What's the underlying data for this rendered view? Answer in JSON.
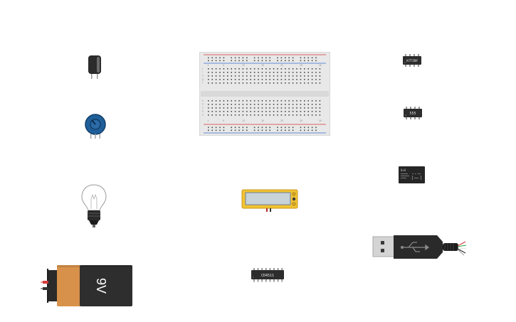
{
  "components": {
    "breadboard": {
      "row_numbers_left": [
        "1",
        "5",
        "10",
        "15",
        "20",
        "25",
        "30"
      ],
      "row_letters_top": [
        "j",
        "i",
        "h",
        "g",
        "f"
      ],
      "row_letters_bottom": [
        "e",
        "d",
        "c",
        "b",
        "a"
      ]
    },
    "chip_attiny": {
      "label": "ATTINY"
    },
    "chip_555": {
      "label": "555"
    },
    "chip_cd4511": {
      "label": "CD4511"
    },
    "led_matrix": {
      "label": "8x8"
    },
    "battery_9v": {
      "label": "9V"
    }
  },
  "colors": {
    "rail_red": "#d23a3a",
    "rail_blue": "#3a6fd2",
    "battery_orange": "#d8914a",
    "battery_black": "#2e2e2e",
    "pot_blue": "#1f5f9a",
    "lcd_yellow": "#f1c232"
  }
}
